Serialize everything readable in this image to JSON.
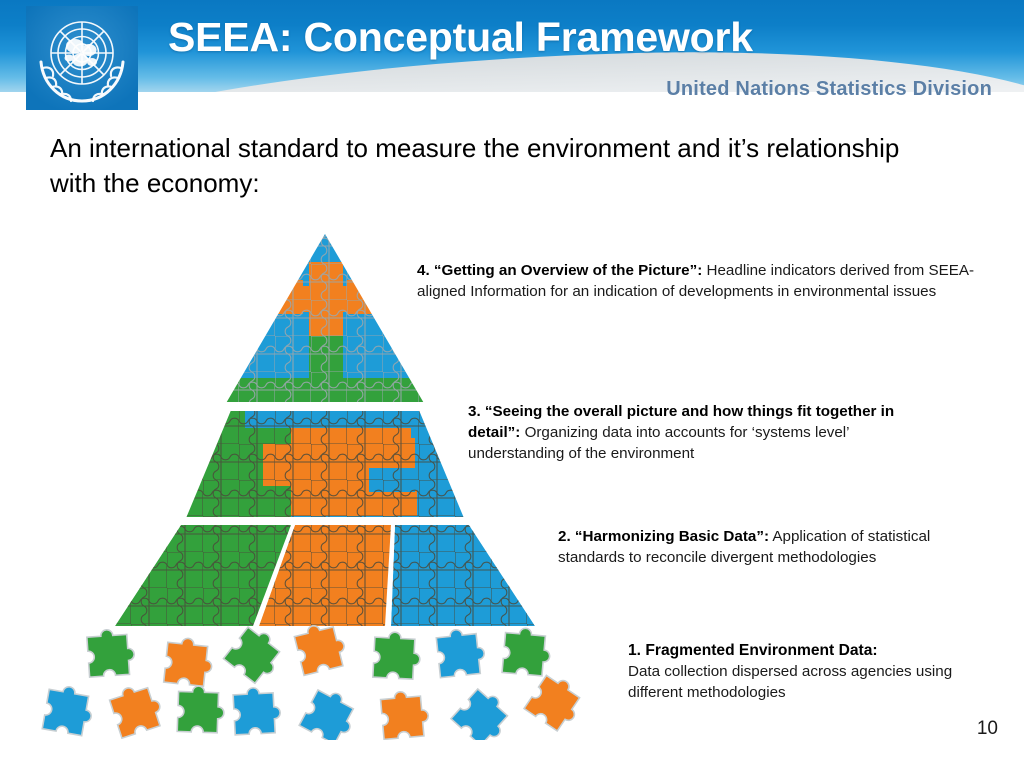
{
  "header": {
    "title": "SEEA: Conceptual Framework",
    "subtitle": "United Nations Statistics Division",
    "logo_alt": "un-emblem",
    "colors": {
      "sky_top": "#0a78c2",
      "sky_mid": "#2094d8",
      "sky_low": "#b5ddf0",
      "title_text": "#ffffff",
      "sub_text": "#5b7fa6"
    }
  },
  "slide": {
    "subtitle": "An international standard to measure the environment and it’s relationship with the economy:",
    "page_number": "10"
  },
  "palette": {
    "green": "#33A13C",
    "orange": "#F2801F",
    "blue": "#1E9CD7",
    "piece_stroke": "#4a4a3a",
    "background": "#ffffff"
  },
  "notes": [
    {
      "id": "note-4",
      "number": "4.",
      "bold": "“Getting an Overview of the Picture”:",
      "body": "Headline indicators derived from SEEA-aligned Information for an indication of developments in environmental issues"
    },
    {
      "id": "note-3",
      "number": "3.",
      "bold": "“Seeing the overall picture and how things fit together in detail”:",
      "body": "Organizing data into accounts for ‘systems level’ understanding of the environment"
    },
    {
      "id": "note-2",
      "number": "2.",
      "bold": "“Harmonizing Basic Data”:",
      "body": "Application of statistical standards to reconcile divergent methodologies"
    },
    {
      "id": "note-1",
      "number": "1.",
      "bold": "Fragmented Environment Data:",
      "body": "Data collection dispersed across agencies using different methodologies"
    }
  ],
  "pyramid": {
    "tiers": [
      {
        "name": "top-tier",
        "shape": "triangle",
        "base_color": "#1E9CD7",
        "accent_colors": [
          "#F2801F",
          "#33A13C"
        ],
        "level_label": "4"
      },
      {
        "name": "middle-tier",
        "shape": "trapezoid",
        "base_color": "#1E9CD7",
        "accent_colors": [
          "#33A13C",
          "#F2801F"
        ],
        "level_label": "3"
      },
      {
        "name": "bottom-tier",
        "shape": "trapezoid",
        "segments": [
          "#33A13C",
          "#F2801F",
          "#1E9CD7"
        ],
        "level_label": "2"
      }
    ],
    "loose_pieces": {
      "name": "scattered-puzzle-pieces",
      "level_label": "1",
      "count": 15,
      "colors": [
        "#33A13C",
        "#F2801F",
        "#1E9CD7"
      ]
    }
  }
}
